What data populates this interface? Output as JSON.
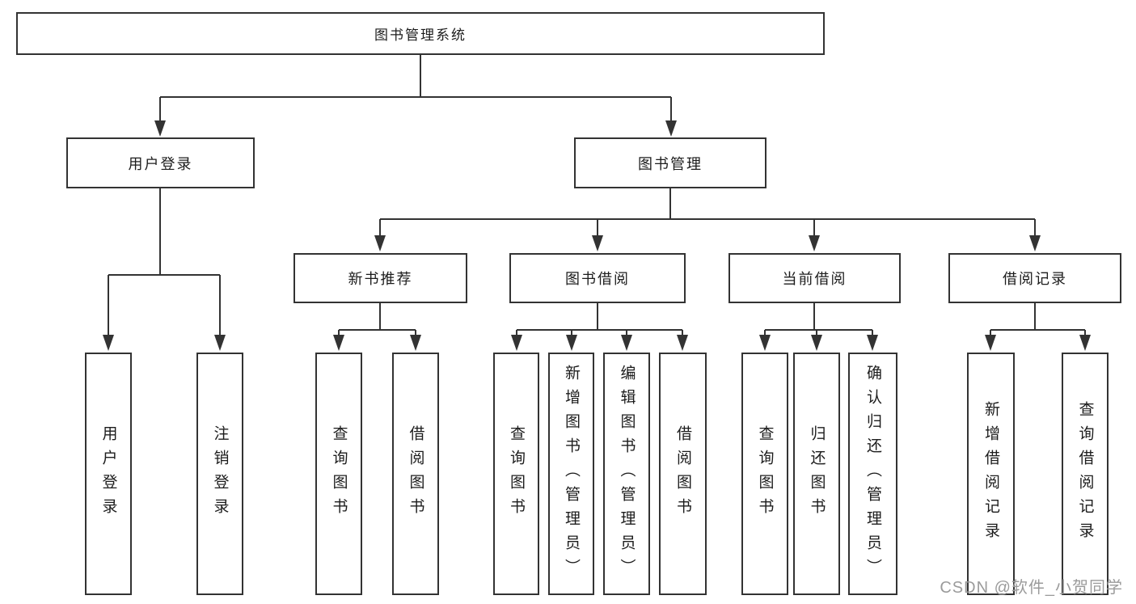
{
  "diagram": {
    "watermark": "CSDN @软件_小贺同学",
    "colors": {
      "line": "#333333",
      "box_border": "#333333",
      "text": "#1c1c1c",
      "background": "#ffffff",
      "watermark": "#9b9b9b"
    },
    "nodes": [
      {
        "id": "root",
        "label": "图书管理系统",
        "parent": null,
        "orientation": "horizontal"
      },
      {
        "id": "user-login",
        "label": "用户登录",
        "parent": "root",
        "orientation": "horizontal"
      },
      {
        "id": "book-mgmt",
        "label": "图书管理",
        "parent": "root",
        "orientation": "horizontal"
      },
      {
        "id": "new-book-rec",
        "label": "新书推荐",
        "parent": "book-mgmt",
        "orientation": "horizontal"
      },
      {
        "id": "book-borrow",
        "label": "图书借阅",
        "parent": "book-mgmt",
        "orientation": "horizontal"
      },
      {
        "id": "current-borrow",
        "label": "当前借阅",
        "parent": "book-mgmt",
        "orientation": "horizontal"
      },
      {
        "id": "borrow-records",
        "label": "借阅记录",
        "parent": "book-mgmt",
        "orientation": "horizontal"
      },
      {
        "id": "leaf-user-login",
        "label": "用户登录",
        "parent": "user-login",
        "orientation": "vertical"
      },
      {
        "id": "leaf-logout",
        "label": "注销登录",
        "parent": "user-login",
        "orientation": "vertical"
      },
      {
        "id": "leaf-nbr-query",
        "label": "查询图书",
        "parent": "new-book-rec",
        "orientation": "vertical"
      },
      {
        "id": "leaf-nbr-borrow",
        "label": "借阅图书",
        "parent": "new-book-rec",
        "orientation": "vertical"
      },
      {
        "id": "leaf-bb-query",
        "label": "查询图书",
        "parent": "book-borrow",
        "orientation": "vertical"
      },
      {
        "id": "leaf-bb-add",
        "label": "新增图书（管理员）",
        "parent": "book-borrow",
        "orientation": "vertical"
      },
      {
        "id": "leaf-bb-edit",
        "label": "编辑图书（管理员）",
        "parent": "book-borrow",
        "orientation": "vertical"
      },
      {
        "id": "leaf-bb-borrow",
        "label": "借阅图书",
        "parent": "book-borrow",
        "orientation": "vertical"
      },
      {
        "id": "leaf-cb-query",
        "label": "查询图书",
        "parent": "current-borrow",
        "orientation": "vertical"
      },
      {
        "id": "leaf-cb-return",
        "label": "归还图书",
        "parent": "current-borrow",
        "orientation": "vertical"
      },
      {
        "id": "leaf-cb-confirm",
        "label": "确认归还（管理员）",
        "parent": "current-borrow",
        "orientation": "vertical"
      },
      {
        "id": "leaf-br-add",
        "label": "新增借阅记录",
        "parent": "borrow-records",
        "orientation": "vertical"
      },
      {
        "id": "leaf-br-query",
        "label": "查询借阅记录",
        "parent": "borrow-records",
        "orientation": "vertical"
      }
    ]
  }
}
